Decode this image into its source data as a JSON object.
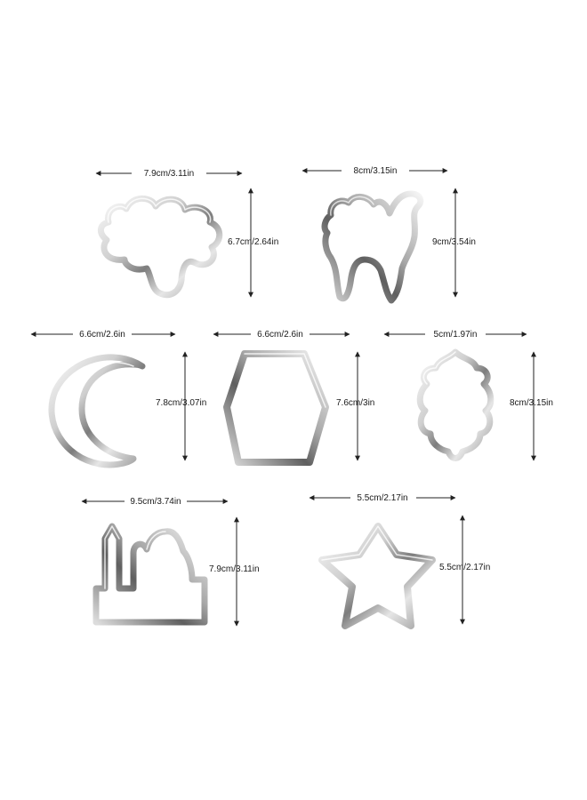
{
  "colors": {
    "background": "#ffffff",
    "steel_light": "#f2f2f2",
    "steel_mid": "#bdbdbd",
    "steel_dark": "#6e6e6e",
    "dimension_line": "#222222"
  },
  "cutters": [
    {
      "shape": "sheep",
      "width_label": "7.9cm/3.11in",
      "height_label": "6.7cm/2.64in"
    },
    {
      "shape": "camel",
      "width_label": "8cm/3.15in",
      "height_label": "9cm/3.54in"
    },
    {
      "shape": "crescent-moon",
      "width_label": "6.6cm/2.6in",
      "height_label": "7.8cm/3.07in"
    },
    {
      "shape": "hexagon",
      "width_label": "6.6cm/2.6in",
      "height_label": "7.6cm/3in"
    },
    {
      "shape": "moroccan-lantern",
      "width_label": "5cm/1.97in",
      "height_label": "8cm/3.15in"
    },
    {
      "shape": "mosque",
      "width_label": "9.5cm/3.74in",
      "height_label": "7.9cm/3.11in"
    },
    {
      "shape": "star",
      "width_label": "5.5cm/2.17in",
      "height_label": "5.5cm/2.17in"
    }
  ]
}
